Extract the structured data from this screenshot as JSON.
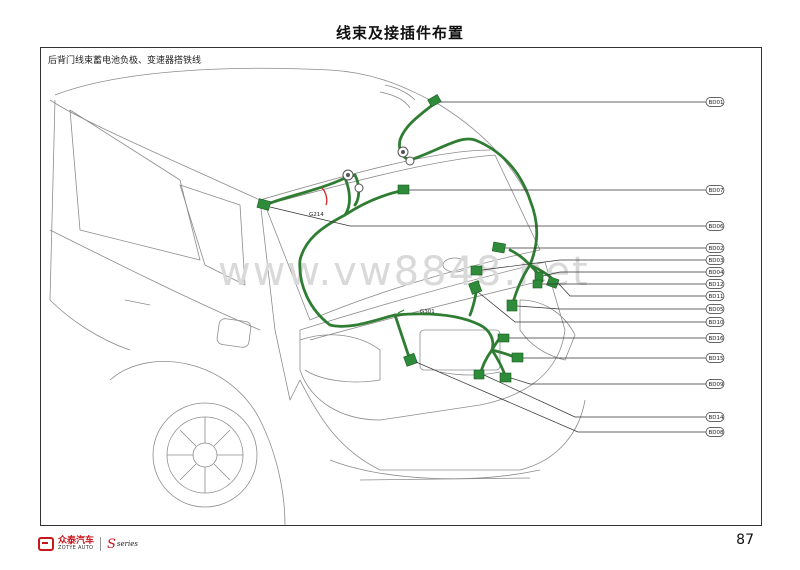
{
  "page": {
    "title": "线束及接插件布置",
    "subtitle": "后背门线束蓄电池负极、变速器搭铁线",
    "page_number": "87"
  },
  "watermark": "www.vw8848.net",
  "grounds": [
    "G214",
    "G301"
  ],
  "connectors": [
    {
      "id": "bd01",
      "label": "BD01"
    },
    {
      "id": "bd07",
      "label": "BD07"
    },
    {
      "id": "bd06a",
      "label": "BD06"
    },
    {
      "id": "bd02",
      "label": "BD02"
    },
    {
      "id": "bd03",
      "label": "BD03"
    },
    {
      "id": "bd04",
      "label": "BD04"
    },
    {
      "id": "bd12",
      "label": "BD12"
    },
    {
      "id": "bd11",
      "label": "BD11"
    },
    {
      "id": "bd05",
      "label": "BD05"
    },
    {
      "id": "bd10",
      "label": "BD10"
    },
    {
      "id": "bd16",
      "label": "BD16"
    },
    {
      "id": "bd15",
      "label": "BD15"
    },
    {
      "id": "bd09",
      "label": "BD09"
    },
    {
      "id": "bd14",
      "label": "BD14"
    },
    {
      "id": "bd08",
      "label": "BD08"
    }
  ],
  "footer": {
    "brand_cn": "众泰汽车",
    "brand_en": "ZOTYE AUTO",
    "series_mark": "S",
    "series_word": "series"
  },
  "colors": {
    "harness": "#2f7d32",
    "connector": "#2e8b3a",
    "ground_wire": "#d32f2f",
    "line_art": "#8c8c8c"
  }
}
